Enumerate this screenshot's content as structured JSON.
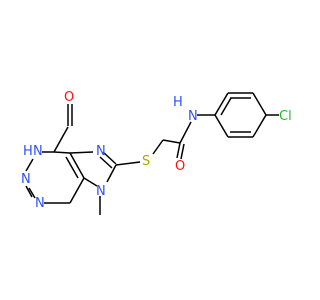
{
  "molecule": {
    "atoms": {
      "oxygen_carbonyl_ring": {
        "label": "O",
        "color": "#ff0d0d"
      },
      "nitrogen_h_ring": {
        "label": "H",
        "color": "#3050f8"
      },
      "nitrogen_h_ring_n": {
        "label": "N",
        "color": "#3050f8"
      },
      "nitrogen_ring_2": {
        "label": "N",
        "color": "#3050f8"
      },
      "nitrogen_ring_3": {
        "label": "N",
        "color": "#3050f8"
      },
      "nitrogen_imidazole": {
        "label": "N",
        "color": "#3050f8"
      },
      "nitrogen_methyl": {
        "label": "N",
        "color": "#3050f8"
      },
      "sulfur": {
        "label": "S",
        "color": "#b8a100"
      },
      "oxygen_amide": {
        "label": "O",
        "color": "#ff0d0d"
      },
      "nitrogen_amide_h": {
        "label": "H",
        "color": "#3050f8"
      },
      "nitrogen_amide": {
        "label": "N",
        "color": "#3050f8"
      },
      "chlorine": {
        "label": "Cl",
        "color": "#1fbf1f"
      }
    },
    "bond_color": "#000000"
  }
}
